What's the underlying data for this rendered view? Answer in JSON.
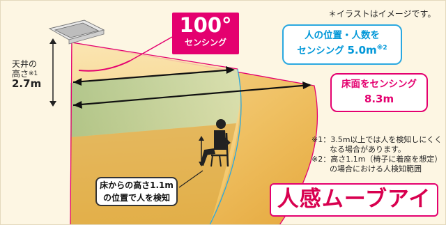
{
  "note_top": "＊イラストはイメージです。",
  "angle_badge": {
    "value": "100°",
    "label": "センシング"
  },
  "person_sensing": {
    "line1": "人の位置・人数を",
    "line2": "センシング",
    "value": "5.0m",
    "mark": "※2"
  },
  "floor_sensing": {
    "line1": "床面をセンシング",
    "value": "8.3m"
  },
  "ceiling": {
    "line1": "天井の",
    "line2": "高さ",
    "mark": "※1",
    "value": "2.7m"
  },
  "notes": [
    "※1：3.5m以上では人を検知しにくく",
    "なる場合があります。",
    "※2：高さ1.1m（椅子に着座を想定）",
    "の場合における人検知範囲"
  ],
  "floor_detect": {
    "line1": "床からの高さ1.1m",
    "line2": "の位置で人を検知"
  },
  "product_name": "人感ムーブアイ",
  "colors": {
    "magenta": "#e4006f",
    "blue": "#2aa8e0",
    "cone": "#f1c36a",
    "cone_dark": "#d49a2c"
  }
}
